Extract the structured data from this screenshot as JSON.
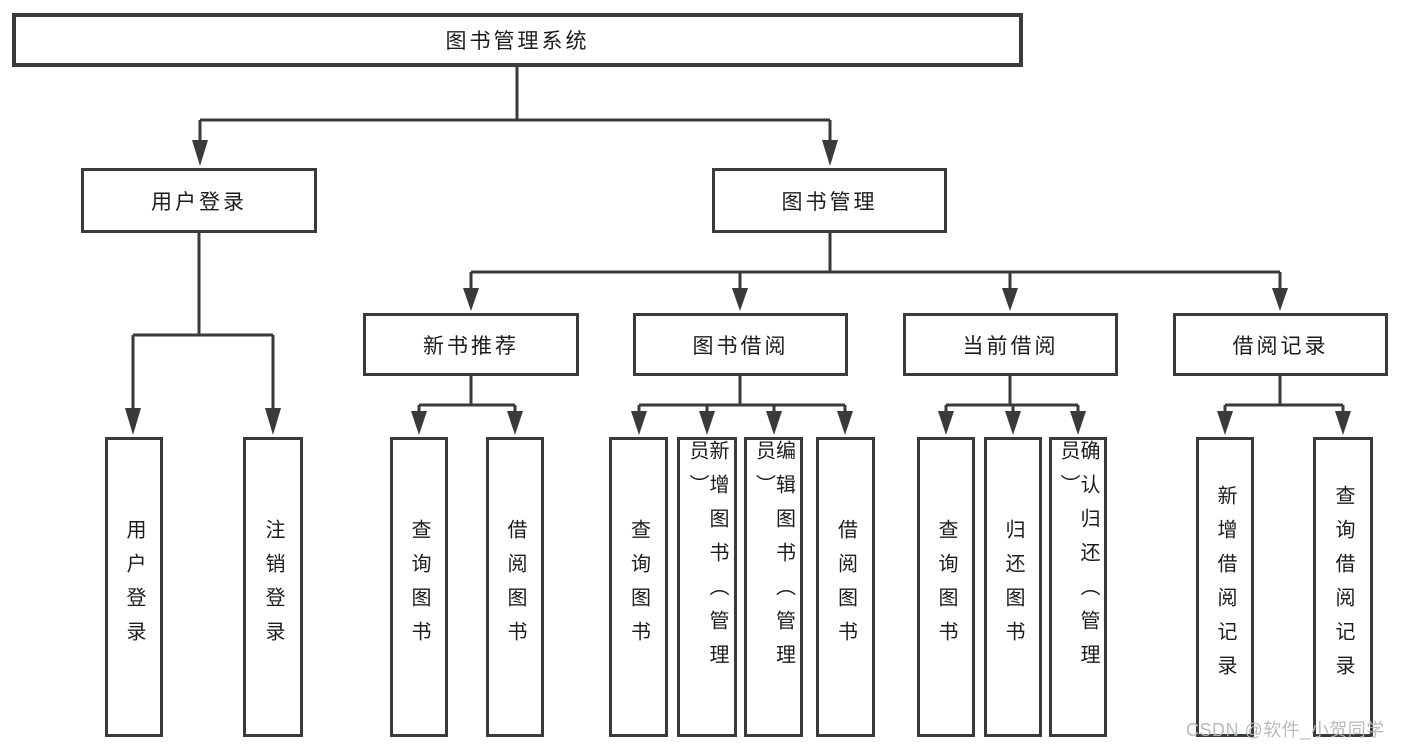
{
  "tree": {
    "root": "图书管理系统",
    "branches": [
      {
        "label": "用户登录",
        "children": [
          "用户登录",
          "注销登录"
        ]
      },
      {
        "label": "图书管理",
        "children": [
          {
            "label": "新书推荐",
            "children": [
              "查询图书",
              "借阅图书"
            ]
          },
          {
            "label": "图书借阅",
            "children": [
              "查询图书",
              "新增图书（管理员）",
              "编辑图书（管理员）",
              "借阅图书"
            ]
          },
          {
            "label": "当前借阅",
            "children": [
              "查询图书",
              "归还图书",
              "确认归还（管理员）"
            ]
          },
          {
            "label": "借阅记录",
            "children": [
              "新增借阅记录",
              "查询借阅记录"
            ]
          }
        ]
      }
    ]
  },
  "watermark": {
    "text": "CSDN @软件_小贺同学"
  },
  "colors": {
    "line": "#3a3a3c",
    "box_border": "#3a3a3c",
    "text": "#1c1c1e",
    "watermark": "#b2b7bd",
    "background": "#ffffff"
  }
}
